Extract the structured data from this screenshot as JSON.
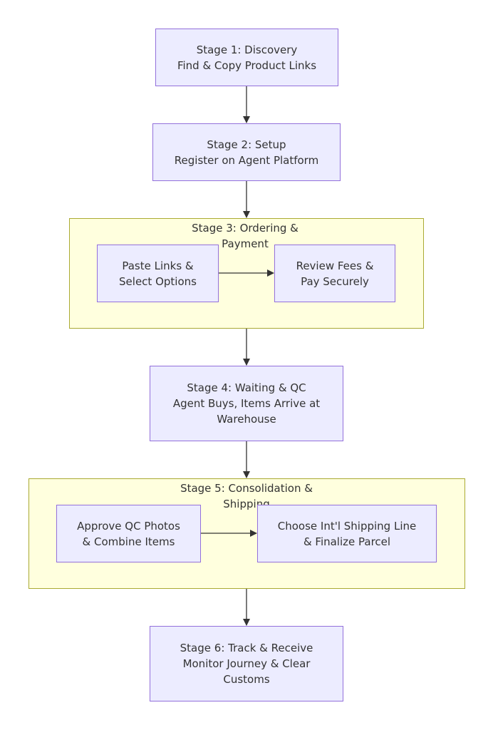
{
  "diagram": {
    "groups": {
      "stage3": {
        "title_line1": "Stage 3: Ordering &",
        "title_line2": "Payment"
      },
      "stage5": {
        "title_line1": "Stage 5: Consolidation &",
        "title_line2": "Shipping"
      }
    },
    "nodes": {
      "stage1": {
        "line1": "Stage 1: Discovery",
        "line2": "Find & Copy Product Links"
      },
      "stage2": {
        "line1": "Stage 2: Setup",
        "line2": "Register on Agent Platform"
      },
      "stage3a": {
        "line1": "Paste Links &",
        "line2": "Select Options"
      },
      "stage3b": {
        "line1": "Review Fees &",
        "line2": "Pay Securely"
      },
      "stage4": {
        "line1": "Stage 4: Waiting & QC",
        "line2": "Agent Buys, Items Arrive at",
        "line3": "Warehouse"
      },
      "stage5a": {
        "line1": "Approve QC Photos",
        "line2": "& Combine Items"
      },
      "stage5b": {
        "line1": "Choose Int'l Shipping Line",
        "line2": "& Finalize Parcel"
      },
      "stage6": {
        "line1": "Stage 6: Track & Receive",
        "line2": "Monitor Journey & Clear",
        "line3": "Customs"
      }
    },
    "edges": [
      {
        "from": "stage1",
        "to": "stage2"
      },
      {
        "from": "stage2",
        "to": "stage3"
      },
      {
        "from": "stage3a",
        "to": "stage3b"
      },
      {
        "from": "stage3",
        "to": "stage4"
      },
      {
        "from": "stage4",
        "to": "stage5"
      },
      {
        "from": "stage5a",
        "to": "stage5b"
      },
      {
        "from": "stage5",
        "to": "stage6"
      }
    ]
  }
}
